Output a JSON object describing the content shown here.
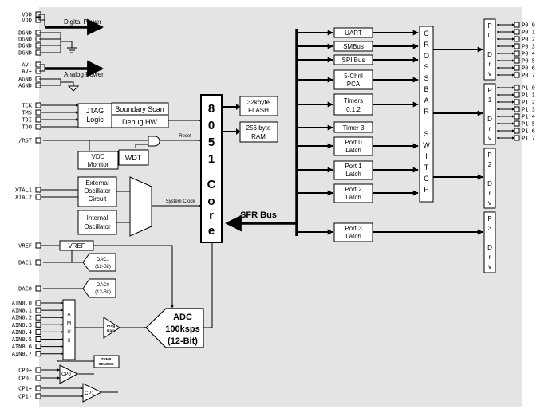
{
  "left_pins": {
    "power": [
      "VDD",
      "VDD",
      "DGND",
      "DGND",
      "DGND",
      "DGND",
      "AV+",
      "AV+",
      "AGND",
      "AGND"
    ],
    "jtag": [
      "TCK",
      "TMS",
      "TDI",
      "TDO"
    ],
    "rst": "/RST",
    "xtal": [
      "XTAL1",
      "XTAL2"
    ],
    "vref": "VREF",
    "dac": [
      "DAC1",
      "DAC0"
    ],
    "ain": [
      "AIN0.0",
      "AIN0.1",
      "AIN0.2",
      "AIN0.3",
      "AIN0.4",
      "AIN0.5",
      "AIN0.6",
      "AIN0.7"
    ],
    "cp": [
      "CP0+",
      "CP0-",
      "CP1+",
      "CP1-"
    ]
  },
  "right_pins": {
    "p0": [
      "P0.0",
      "P0.1",
      "P0.2",
      "P0.3",
      "P0.4",
      "P0.5",
      "P0.6",
      "P0.7"
    ],
    "p1": [
      "P1.0",
      "P1.1",
      "P1.2",
      "P1.3",
      "P1.4",
      "P1.5",
      "P1.6",
      "P1.7"
    ]
  },
  "labels": {
    "digital_power": "Digital Power",
    "analog_power": "Analog Power",
    "jtag_logic": [
      "JTAG",
      "Logic"
    ],
    "boundary_scan": "Boundary Scan",
    "debug_hw": "Debug HW",
    "reset": "Reset",
    "vdd_monitor": [
      "VDD",
      "Monitor"
    ],
    "wdt": "WDT",
    "ext_osc": [
      "External",
      "Oscillator",
      "Circuit"
    ],
    "int_osc": [
      "Internal",
      "Oscillator"
    ],
    "system_clock": "System Clock",
    "core": [
      "8",
      "0",
      "5",
      "1",
      "C",
      "o",
      "r",
      "e"
    ],
    "flash": [
      "32kbyte",
      "FLASH"
    ],
    "ram": [
      "256 byte",
      "RAM"
    ],
    "sfr_bus": "SFR Bus",
    "vref_box": "VREF",
    "dac1": [
      "DAC1",
      "(12-Bit)"
    ],
    "dac0": [
      "DAC0",
      "(12-Bit)"
    ],
    "amux": [
      "A",
      "M",
      "U",
      "X"
    ],
    "prog_gain": [
      "Prog",
      "Gain"
    ],
    "adc": [
      "ADC",
      "100ksps",
      "(12-Bit)"
    ],
    "temp_sensor": [
      "TEMP",
      "SENSOR"
    ],
    "cp0": "CP0",
    "cp1": "CP1",
    "periph": {
      "uart": "UART",
      "smbus": "SMBus",
      "spi": "SPI Bus",
      "pca": [
        "5-Chnl",
        "PCA"
      ],
      "timers": [
        "Timers",
        "0,1,2"
      ],
      "timer3": "Timer 3",
      "port0": [
        "Port 0",
        "Latch"
      ],
      "port1": [
        "Port 1",
        "Latch"
      ],
      "port2": [
        "Port 2",
        "Latch"
      ],
      "port3": [
        "Port 3",
        "Latch"
      ]
    },
    "crossbar": [
      "C",
      "R",
      "O",
      "S",
      "S",
      "B",
      "A",
      "R",
      "",
      "S",
      "W",
      "I",
      "T",
      "C",
      "H"
    ],
    "drivers": [
      [
        "P",
        "0",
        "",
        "D",
        "r",
        "v"
      ],
      [
        "P",
        "1",
        "",
        "D",
        "r",
        "v"
      ],
      [
        "P",
        "2",
        "",
        "D",
        "r",
        "v"
      ],
      [
        "P",
        "3",
        "",
        "D",
        "r",
        "v"
      ]
    ]
  }
}
